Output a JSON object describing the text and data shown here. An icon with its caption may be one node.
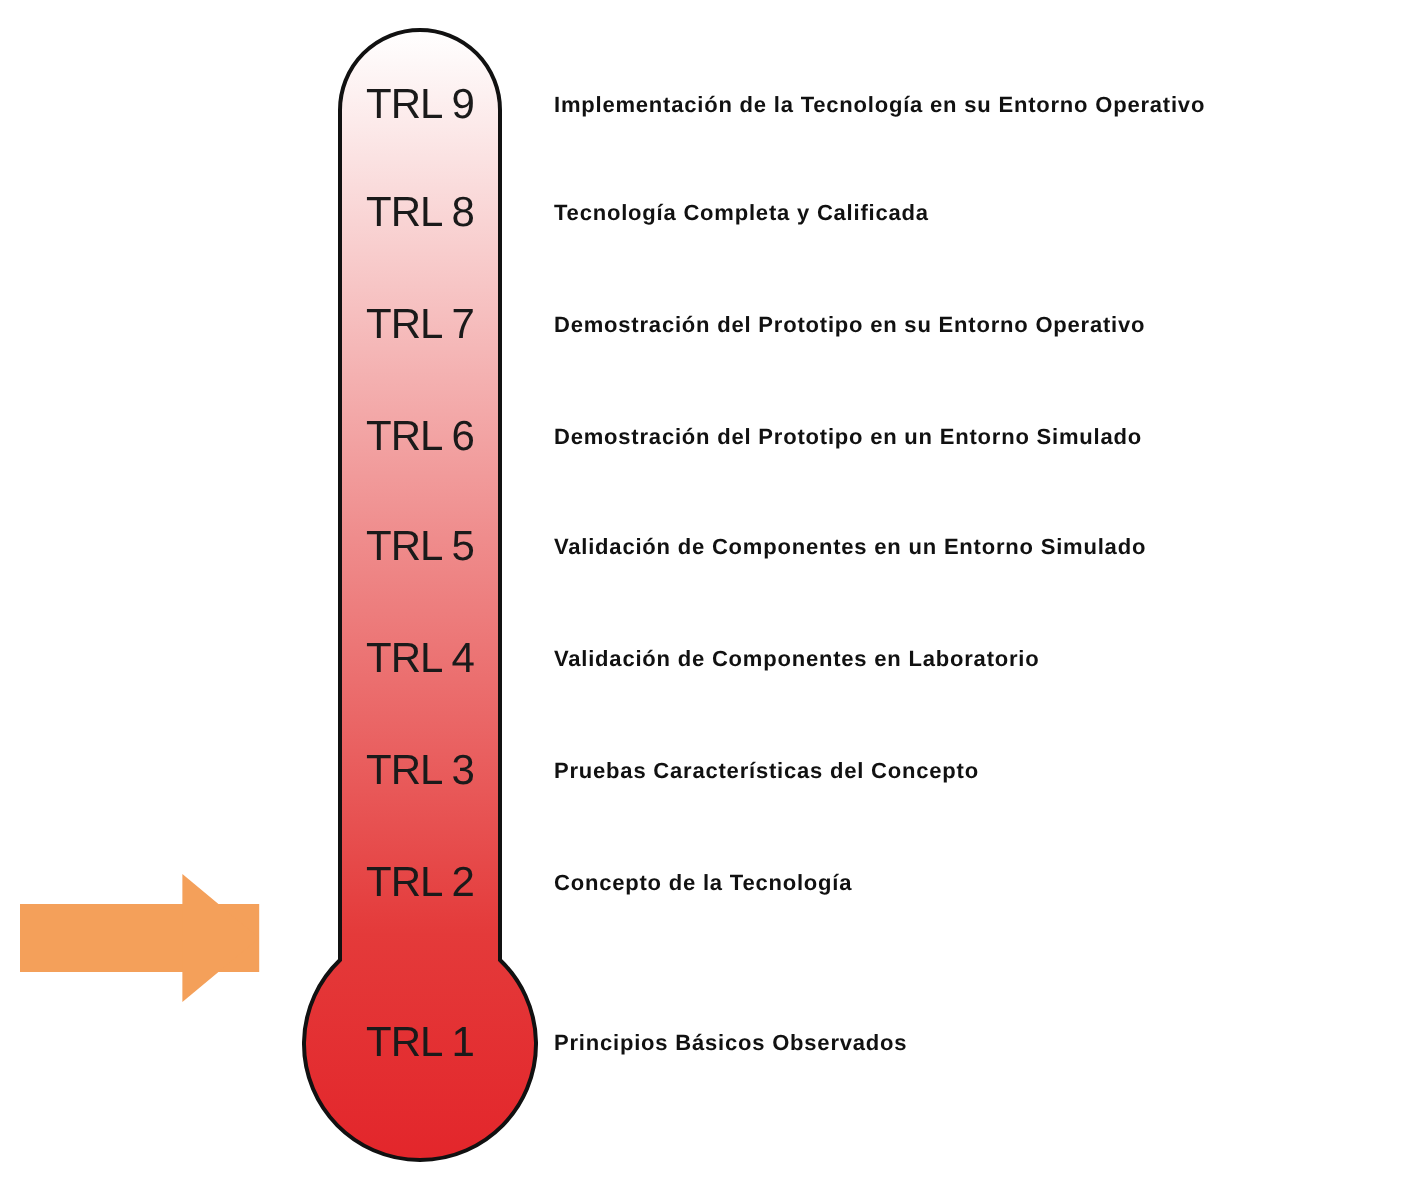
{
  "diagram": {
    "nodes": [
      {
        "text": [],
        "shape": "thermometer"
      },
      {
        "text": [
          "TRL 9"
        ],
        "in": 0,
        "beside": [
          "Implementación de la Tecnología en su Entorno Operativo"
        ]
      },
      {
        "text": [
          "TRL 8"
        ],
        "in": 0,
        "beside": [
          "Tecnología Completa y Calificada"
        ]
      },
      {
        "text": [
          "TRL 7"
        ],
        "in": 0,
        "beside": [
          "Demostración del Prototipo en su Entorno Operativo"
        ]
      },
      {
        "text": [
          "TRL 6"
        ],
        "in": 0,
        "beside": [
          "Demostración del Prototipo en un Entorno Simulado"
        ]
      },
      {
        "text": [
          "TRL 5"
        ],
        "in": 0,
        "beside": [
          "Validación de Componentes en un Entorno Simulado"
        ]
      },
      {
        "text": [
          "TRL 4"
        ],
        "in": 0,
        "beside": [
          "Validación de Componentes en Laboratorio"
        ]
      },
      {
        "text": [
          "TRL 3"
        ],
        "in": 0,
        "beside": [
          "Pruebas Características del Concepto"
        ]
      },
      {
        "text": [
          "TRL 2"
        ],
        "in": 0,
        "beside": [
          "Concepto de la Tecnología"
        ]
      },
      {
        "text": [
          "TRL 1"
        ],
        "in": 0,
        "beside": [
          "Principios Básicos Observados"
        ]
      }
    ],
    "edges": [
      {
        "from": null,
        "to": 8,
        "arrow": "to"
      }
    ]
  }
}
